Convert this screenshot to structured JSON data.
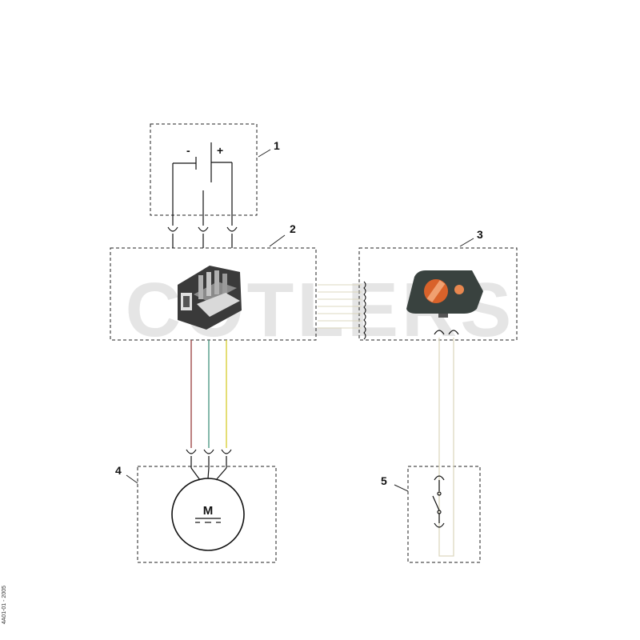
{
  "watermark": "COTLERS",
  "side_code": "4A01-01 - 2005",
  "components": [
    {
      "id": "1",
      "label": "1",
      "name": "battery-box",
      "poles": [
        "-",
        "+"
      ]
    },
    {
      "id": "2",
      "label": "2",
      "name": "controller-box"
    },
    {
      "id": "3",
      "label": "3",
      "name": "control-unit-box"
    },
    {
      "id": "4",
      "label": "4",
      "name": "motor-box",
      "symbol": "M"
    },
    {
      "id": "5",
      "label": "5",
      "name": "switch-box"
    }
  ],
  "wire_colors": {
    "red": "#a04b4b",
    "green": "#4f9a85",
    "yellow": "#d8cf3a",
    "beige": "#ddd8c0"
  }
}
